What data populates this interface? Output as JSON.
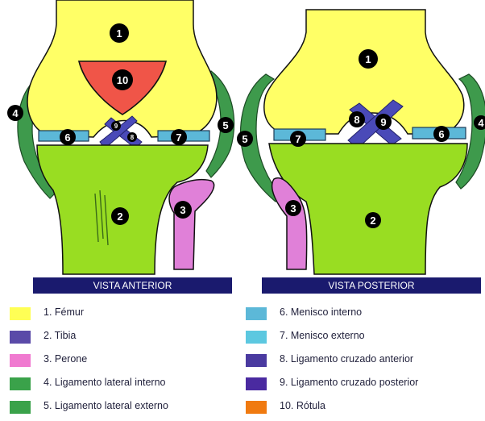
{
  "colors": {
    "femur": "#ffff66",
    "tibia_bone": "#99dd22",
    "perone": "#e080d8",
    "ligament": "#3e9a4c",
    "ligament_light": "#6cc278",
    "meniscus": "#5cb8d8",
    "cruciate": "#4a4ab8",
    "patella": "#f05548",
    "label_circle": "#000000",
    "bar": "#1a1a6e"
  },
  "views": {
    "anterior": "VISTA ANTERIOR",
    "posterior": "VISTA POSTERIOR"
  },
  "numbers": {
    "anterior": {
      "femur": "1",
      "tibia": "2",
      "perone": "3",
      "lig_int": "4",
      "lig_ext": "5",
      "men_int": "6",
      "men_ext": "7",
      "cruz_post": "9",
      "cruz_ant": "8",
      "rotula": "10"
    },
    "posterior": {
      "femur": "1",
      "tibia": "2",
      "perone": "3",
      "lig_int": "4",
      "lig_ext": "5",
      "men_int": "6",
      "men_ext": "7",
      "cruz_ant": "8",
      "cruz_post": "9"
    }
  },
  "legend": {
    "left": [
      {
        "label": "1. Fémur",
        "color": "#ffff55"
      },
      {
        "label": "2. Tibia",
        "color": "#5a4aa8"
      },
      {
        "label": "3. Perone",
        "color": "#f07ad0"
      },
      {
        "label": "4. Ligamento lateral interno",
        "color": "#3aa24a"
      },
      {
        "label": "5. Ligamento lateral externo",
        "color": "#3aa24a"
      }
    ],
    "right": [
      {
        "label": "6. Menisco interno",
        "color": "#5cb8d8"
      },
      {
        "label": "7. Menisco externo",
        "color": "#5cc8e0"
      },
      {
        "label": "8. Ligamento cruzado anterior",
        "color": "#4a3aa0"
      },
      {
        "label": "9. Ligamento cruzado posterior",
        "color": "#4a2aa0"
      },
      {
        "label": "10. Rótula",
        "color": "#f07a10"
      }
    ]
  }
}
